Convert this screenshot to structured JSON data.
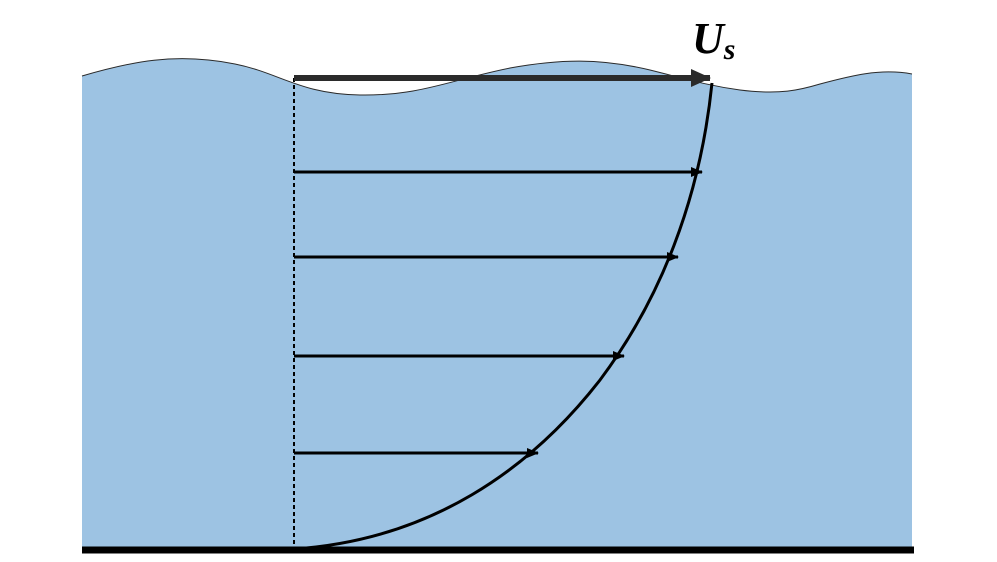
{
  "diagram": {
    "surface_velocity_label": {
      "main": "U",
      "subscript": "s"
    },
    "colors": {
      "water": "#9dc3e3",
      "surface_outline": "#2a2a2a",
      "arrow": "#000000",
      "profile_curve": "#000000",
      "bed": "#000000",
      "surface_arrow": "#2b2b2b"
    },
    "velocity_profile": {
      "description_type": "vertical velocity profile with arrows",
      "relative_velocities_top_to_bottom": [
        1.0,
        0.98,
        0.92,
        0.8,
        0.59,
        0.0
      ]
    }
  }
}
